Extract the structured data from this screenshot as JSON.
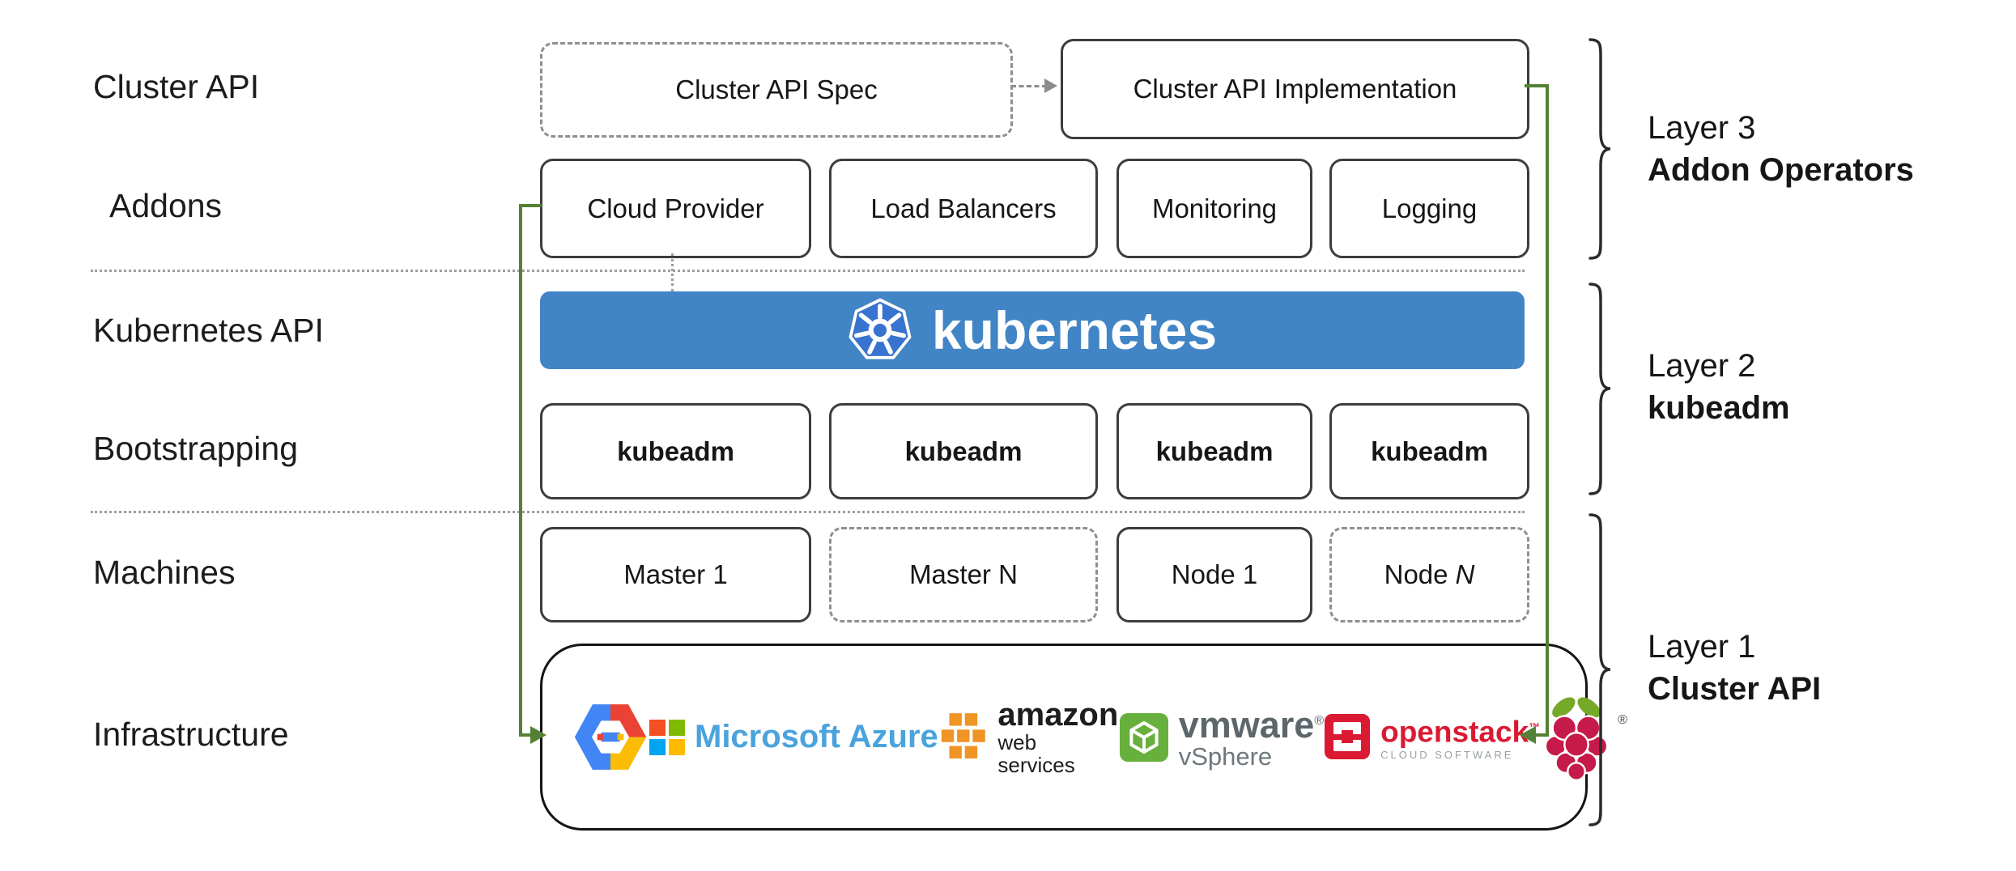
{
  "left_labels": {
    "cluster_api": "Cluster API",
    "addons": "Addons",
    "kubernetes_api": "Kubernetes API",
    "bootstrapping": "Bootstrapping",
    "machines": "Machines",
    "infrastructure": "Infrastructure"
  },
  "cluster_api_row": {
    "spec_label": "Cluster API Spec",
    "implementation_label": "Cluster API Implementation"
  },
  "addons_row": {
    "items": [
      "Cloud Provider",
      "Load Balancers",
      "Monitoring",
      "Logging"
    ]
  },
  "kubernetes_banner": {
    "wordmark": "kubernetes"
  },
  "bootstrapping_row": {
    "items": [
      "kubeadm",
      "kubeadm",
      "kubeadm",
      "kubeadm"
    ]
  },
  "machines_row": {
    "master1": "Master 1",
    "masterN": "Master N",
    "node1": "Node 1",
    "nodeN_prefix": "Node",
    "nodeN_suffix": "N"
  },
  "infrastructure_row": {
    "azure_text": "Microsoft Azure",
    "aws_text": "amazon",
    "aws_subtext": "web services",
    "vmware_text": "vmware",
    "vmware_reg": "®",
    "vmware_subtext": "vSphere",
    "openstack_text": "openstack",
    "openstack_tm": "™",
    "openstack_subtext": "CLOUD SOFTWARE",
    "raspberry_reg": "®"
  },
  "layer_labels": {
    "layer3_line1": "Layer 3",
    "layer3_line2": "Addon Operators",
    "layer2_line1": "Layer 2",
    "layer2_line2": "kubeadm",
    "layer1_line1": "Layer 1",
    "layer1_line2": "Cluster API"
  },
  "colors": {
    "kubernetes_blue": "#4285c6",
    "arrow_green": "#538135",
    "box_border": "#3d3d3d",
    "dashed_border": "#8f8f8f",
    "azure_blue": "#4aa3dd",
    "aws_orange": "#ef9425",
    "vmware_gray": "#5d676b",
    "vmware_green": "#68b03d",
    "openstack_red": "#da1a32",
    "raspberry_crimson": "#c51a4a",
    "raspberry_green": "#75a928",
    "text": "#1c1c1c"
  }
}
